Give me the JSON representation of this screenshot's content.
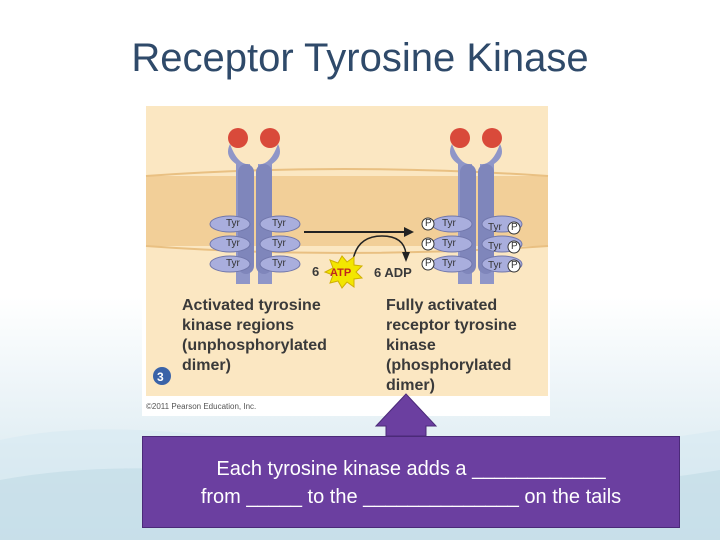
{
  "slide": {
    "title": "Receptor Tyrosine Kinase"
  },
  "figure": {
    "step_number": "3",
    "tyr_label": "Tyr",
    "phosphate_label": "P",
    "atp_count": "6",
    "atp_label": "ATP",
    "adp_label": "6 ADP",
    "left_caption_lines": [
      "Activated tyrosine",
      "kinase regions",
      "(unphosphorylated",
      "dimer)"
    ],
    "right_caption_lines": [
      "Fully activated",
      "receptor tyrosine",
      "kinase",
      "(phosphorylated",
      "dimer)"
    ],
    "copyright": "©2011 Pearson Education, Inc."
  },
  "callout": {
    "line1": "Each tyrosine kinase adds a ____________",
    "line2": "from _____ to the ______________ on the tails"
  },
  "colors": {
    "title": "#2f4a6a",
    "callout_bg": "#6b3fa0",
    "membrane": "#f5d7a8",
    "receptor": "#8f96c8",
    "ligand": "#d94a3a",
    "atp_burst": "#f3e600"
  }
}
